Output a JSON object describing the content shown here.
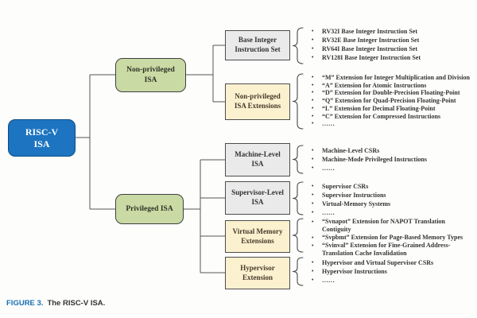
{
  "root": {
    "line1": "RISC-V",
    "line2": "ISA"
  },
  "branches": [
    {
      "line1": "Non-privileged",
      "line2": "ISA"
    },
    {
      "line1": "Privileged ISA",
      "line2": ""
    }
  ],
  "nodes": [
    {
      "line1": "Base Integer",
      "line2": "Instruction Set",
      "style": "gray",
      "bullets": [
        "RV32I Base Integer Instruction Set",
        "RV32E Base Integer Instruction Set",
        "RV64I Base Integer Instruction Set",
        "RV128I Base Integer Instruction Set"
      ]
    },
    {
      "line1": "Non-privileged",
      "line2": "ISA Extensions",
      "style": "yellow",
      "bullets": [
        "“M” Extension for Integer Multiplication and Division",
        "“A” Extension for Atomic Instructions",
        "“D” Extension for Double-Precision Floating-Point",
        "“Q” Extension for Quad-Precision Floating-Point",
        "“L” Extension for Decimal Floating-Point",
        "“C” Extension for Compressed Instructions",
        "……"
      ]
    },
    {
      "line1": "Machine-Level",
      "line2": "ISA",
      "style": "gray",
      "bullets": [
        "Machine-Level CSRs",
        "Machine-Mode Privileged Instructions",
        "……"
      ]
    },
    {
      "line1": "Supervisor-Level",
      "line2": "ISA",
      "style": "gray",
      "bullets": [
        "Supervisor CSRs",
        "Supervisor Instructions",
        "Virtual-Memory Systems",
        "……"
      ]
    },
    {
      "line1": "Virtual Memory",
      "line2": "Extensions",
      "style": "yellow",
      "bullets": [
        "“Svnapot” Extension for NAPOT Translation Contiguity",
        "“Svpbmt” Extension for Page-Based Memory Types",
        "“Svinval” Extension for Fine-Grained Address-Translation Cache Invalidation"
      ]
    },
    {
      "line1": "Hypervisor",
      "line2": "Extension",
      "style": "yellow",
      "bullets": [
        "Hypervisor and Virtual Supervisor CSRs",
        "Hypervisor Instructions",
        "……"
      ]
    }
  ],
  "caption": {
    "figure_label": "FIGURE 3.",
    "text": "The RISC-V ISA."
  },
  "colors": {
    "root_fill": "#1d74c0",
    "branch_fill": "#c9daa4",
    "leaf_gray_fill": "#eaeaea",
    "leaf_yellow_fill": "#fcf1cf",
    "line_color": "#555555",
    "caption_accent": "#1a6fb0"
  }
}
